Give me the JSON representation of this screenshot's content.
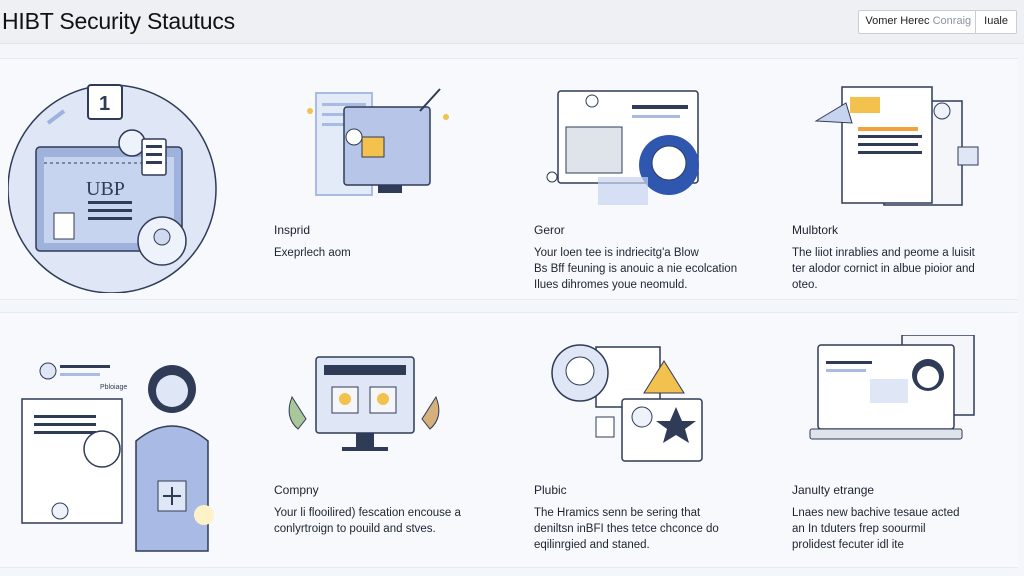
{
  "header": {
    "title": "HIBT Security Stautucs",
    "view_label": "Vomer Herec",
    "view_select": "Conraig",
    "right_button": "Iuale"
  },
  "cards": [
    {
      "heading": "",
      "body": "",
      "badge": "1",
      "screen_text": "UBP"
    },
    {
      "heading": "Insprid",
      "body": "Exeprlech aom"
    },
    {
      "heading": "Geror",
      "body": "Your loen tee is indriecitg'a Blow\nBs Bff feuning is anouic a nie ecolcation\nIlues dihromes youe neomuld."
    },
    {
      "heading": "Mulbtork",
      "body": "The liiot inrablies and peome a luisit\nter alodor cornict in albue pioior and\noteo."
    },
    {
      "heading": "",
      "body": "",
      "doc_label": "Pbloiage"
    },
    {
      "heading": "Compny",
      "body": "Your li flooilired) fescation encouse a\nconlyrtroign to pouild and stves."
    },
    {
      "heading": "Plubic",
      "body": "The Hramics senn be sering that\ndeniltsn inBFI thes tetce chconce do\neqilinrgied and staned."
    },
    {
      "heading": "Janulty etrange",
      "body": "Lnaes new bachive tesaue acted\nan In tduters frep soourmil\nprolidest fecuter idl ite"
    }
  ],
  "colors": {
    "accent_blue": "#a9bbe4",
    "navy": "#2f3b57",
    "gold": "#f2c14e",
    "panel_bg": "#f7f9fc"
  }
}
